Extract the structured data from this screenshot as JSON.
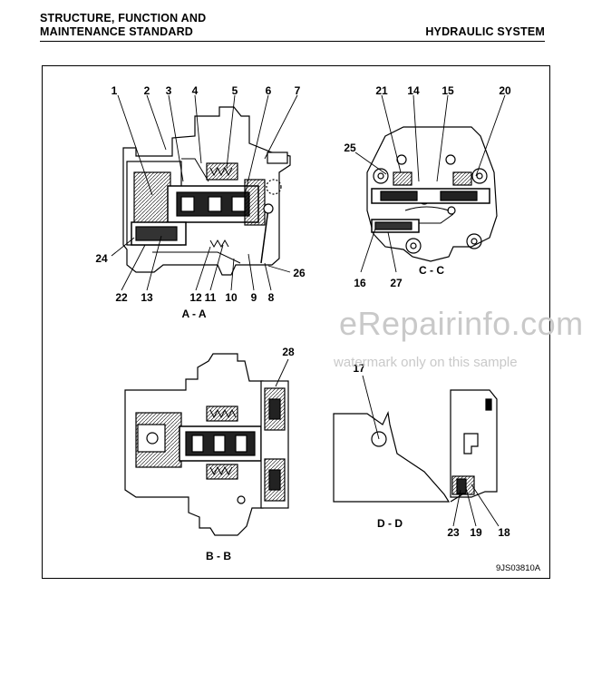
{
  "header": {
    "left_line1": "STRUCTURE, FUNCTION AND",
    "left_line2": "MAINTENANCE STANDARD",
    "right": "HYDRAULIC SYSTEM"
  },
  "views": {
    "aa": "A - A",
    "cc": "C - C",
    "bb": "B - B",
    "dd": "D - D"
  },
  "callouts": {
    "aa": [
      "1",
      "2",
      "3",
      "4",
      "5",
      "6",
      "7",
      "24",
      "22",
      "13",
      "12",
      "11",
      "10",
      "9",
      "8",
      "26"
    ],
    "cc": [
      "21",
      "14",
      "15",
      "20",
      "25",
      "16",
      "27"
    ],
    "bb": [
      "28"
    ],
    "dd": [
      "17",
      "23",
      "19",
      "18"
    ]
  },
  "watermark": {
    "main": "eRepairinfo.com",
    "note": "watermark only on this sample"
  },
  "figure_code": "9JS03810A"
}
